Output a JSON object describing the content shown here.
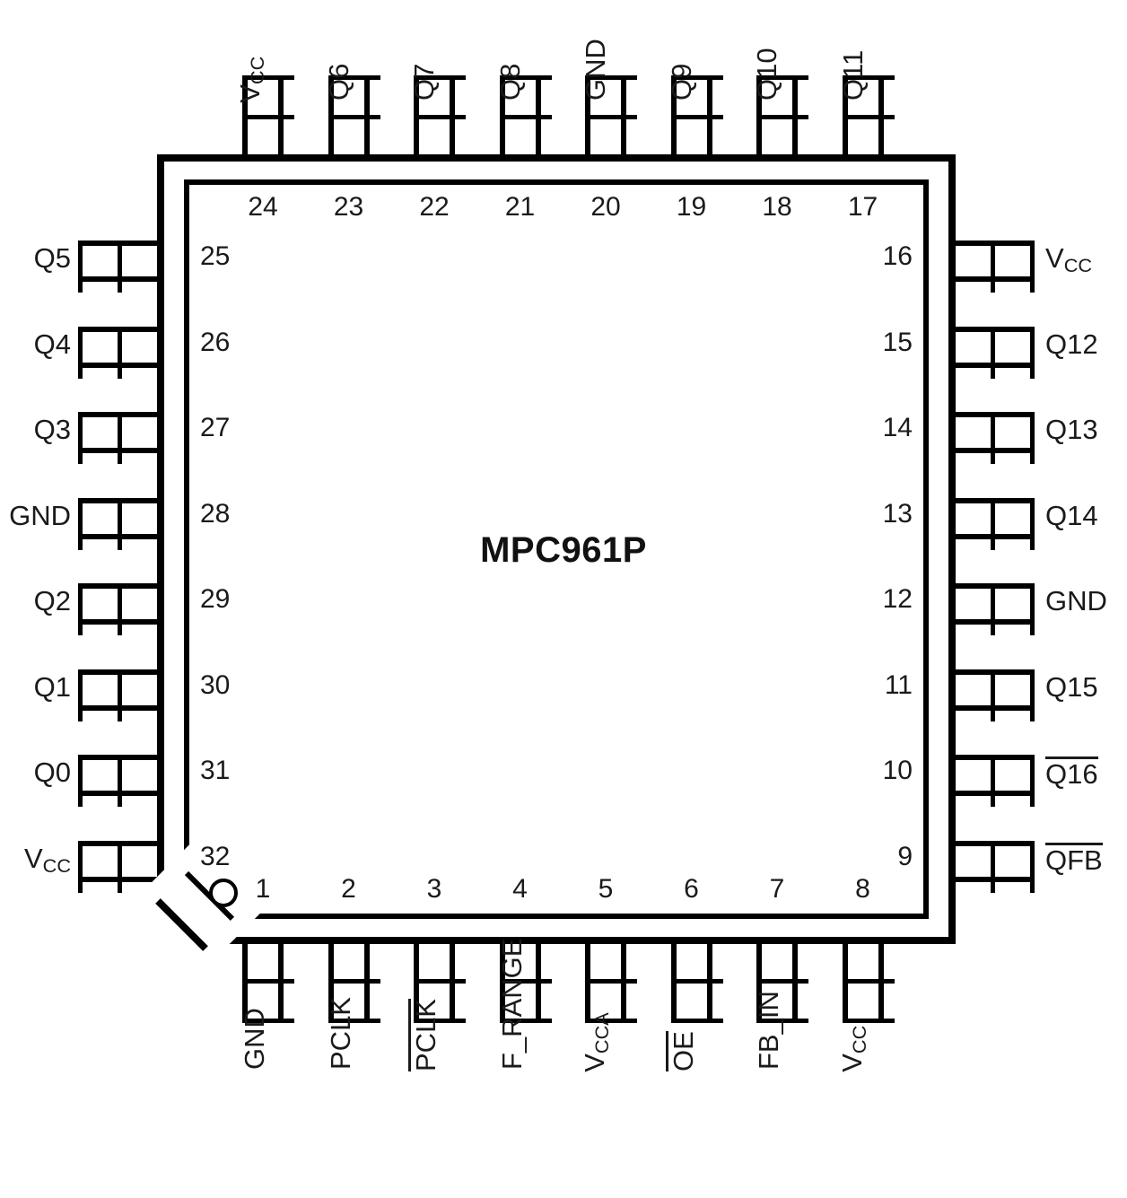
{
  "package": {
    "part_marking": "MPC961P",
    "pin_count": 32,
    "pin1_indicator": "circle-dot",
    "colors": {
      "line": "#000000",
      "text": "#1a1a1a",
      "background": "#ffffff"
    }
  },
  "pins": {
    "top": [
      {
        "number": "24",
        "label": "V",
        "sub": "CC",
        "overbar": false
      },
      {
        "number": "23",
        "label": "Q6",
        "sub": "",
        "overbar": false
      },
      {
        "number": "22",
        "label": "Q7",
        "sub": "",
        "overbar": false
      },
      {
        "number": "21",
        "label": "Q8",
        "sub": "",
        "overbar": false
      },
      {
        "number": "20",
        "label": "GND",
        "sub": "",
        "overbar": false
      },
      {
        "number": "19",
        "label": "Q9",
        "sub": "",
        "overbar": false
      },
      {
        "number": "18",
        "label": "Q10",
        "sub": "",
        "overbar": false
      },
      {
        "number": "17",
        "label": "Q11",
        "sub": "",
        "overbar": false
      }
    ],
    "right": [
      {
        "number": "16",
        "label": "V",
        "sub": "CC",
        "overbar": false
      },
      {
        "number": "15",
        "label": "Q12",
        "sub": "",
        "overbar": false
      },
      {
        "number": "14",
        "label": "Q13",
        "sub": "",
        "overbar": false
      },
      {
        "number": "13",
        "label": "Q14",
        "sub": "",
        "overbar": false
      },
      {
        "number": "12",
        "label": "GND",
        "sub": "",
        "overbar": false
      },
      {
        "number": "11",
        "label": "Q15",
        "sub": "",
        "overbar": false
      },
      {
        "number": "10",
        "label": "Q16",
        "sub": "",
        "overbar": true
      },
      {
        "number": "9",
        "label": "QFB",
        "sub": "",
        "overbar": true
      }
    ],
    "bottom": [
      {
        "number": "1",
        "label": "GND",
        "sub": "",
        "overbar": false
      },
      {
        "number": "2",
        "label": "PCLK",
        "sub": "",
        "overbar": false
      },
      {
        "number": "3",
        "label": "PCLK",
        "sub": "",
        "overbar": true
      },
      {
        "number": "4",
        "label": "F_RANGE",
        "sub": "",
        "overbar": false
      },
      {
        "number": "5",
        "label": "V",
        "sub": "CCA",
        "overbar": false
      },
      {
        "number": "6",
        "label": "OE",
        "sub": "",
        "overbar": true
      },
      {
        "number": "7",
        "label": "FB_IN",
        "sub": "",
        "overbar": false
      },
      {
        "number": "8",
        "label": "V",
        "sub": "CC",
        "overbar": false
      }
    ],
    "left": [
      {
        "number": "25",
        "label": "Q5",
        "sub": "",
        "overbar": false
      },
      {
        "number": "26",
        "label": "Q4",
        "sub": "",
        "overbar": false
      },
      {
        "number": "27",
        "label": "Q3",
        "sub": "",
        "overbar": false
      },
      {
        "number": "28",
        "label": "GND",
        "sub": "",
        "overbar": false
      },
      {
        "number": "29",
        "label": "Q2",
        "sub": "",
        "overbar": false
      },
      {
        "number": "30",
        "label": "Q1",
        "sub": "",
        "overbar": false
      },
      {
        "number": "31",
        "label": "Q0",
        "sub": "",
        "overbar": false
      },
      {
        "number": "32",
        "label": "V",
        "sub": "CC",
        "overbar": false
      }
    ]
  }
}
